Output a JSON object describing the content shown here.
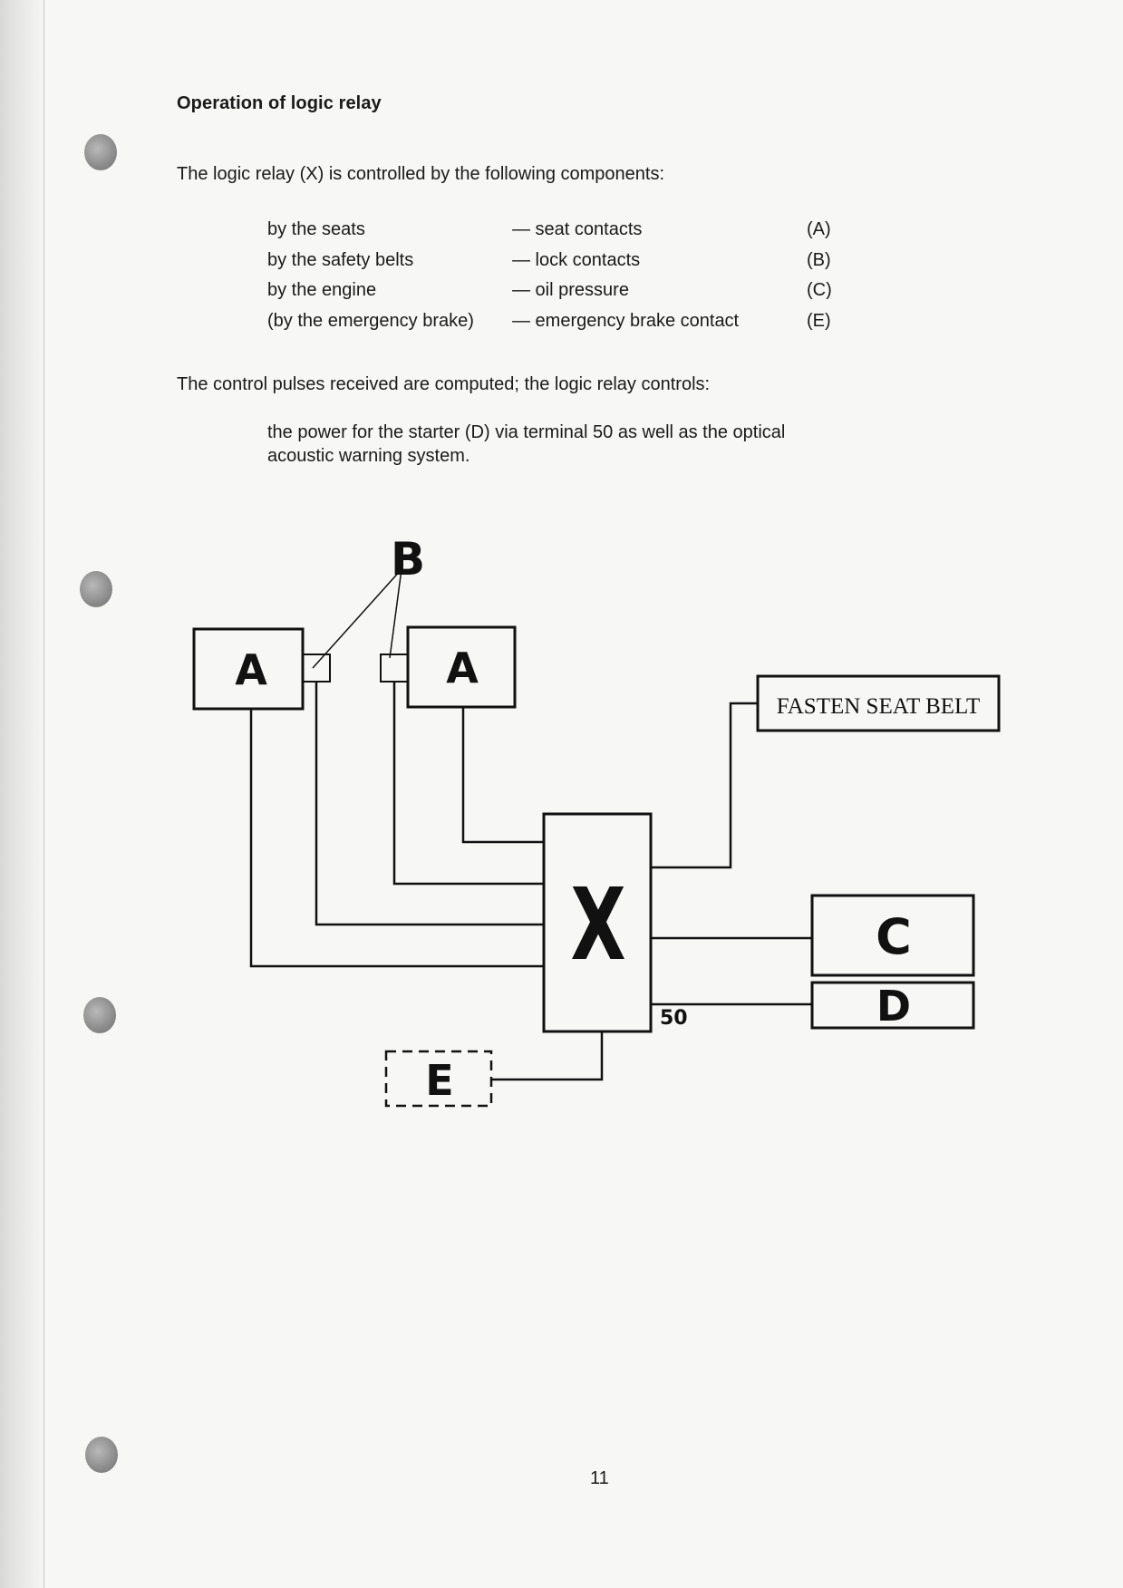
{
  "heading": "Operation of logic relay",
  "intro": "The logic relay (X) is controlled by the following components:",
  "components": [
    {
      "source": "by the seats",
      "part": "— seat contacts",
      "code": "(A)"
    },
    {
      "source": "by the safety belts",
      "part": "— lock contacts",
      "code": "(B)"
    },
    {
      "source": "by the engine",
      "part": "— oil pressure",
      "code": "(C)"
    },
    {
      "source": "(by the emergency brake)",
      "part": "— emergency brake contact",
      "code": "(E)"
    }
  ],
  "paragraph2": "The control pulses received are computed; the logic relay controls:",
  "paragraph3": "the power for the starter (D) via terminal 50 as well as the optical acoustic warning system.",
  "diagram": {
    "label_b": "B",
    "label_a_left": "A",
    "label_a_right": "A",
    "label_x": "X",
    "label_c": "C",
    "label_d": "D",
    "label_e": "E",
    "terminal": "50",
    "warning_text": "FASTEN SEAT BELT"
  },
  "page_number": "11"
}
